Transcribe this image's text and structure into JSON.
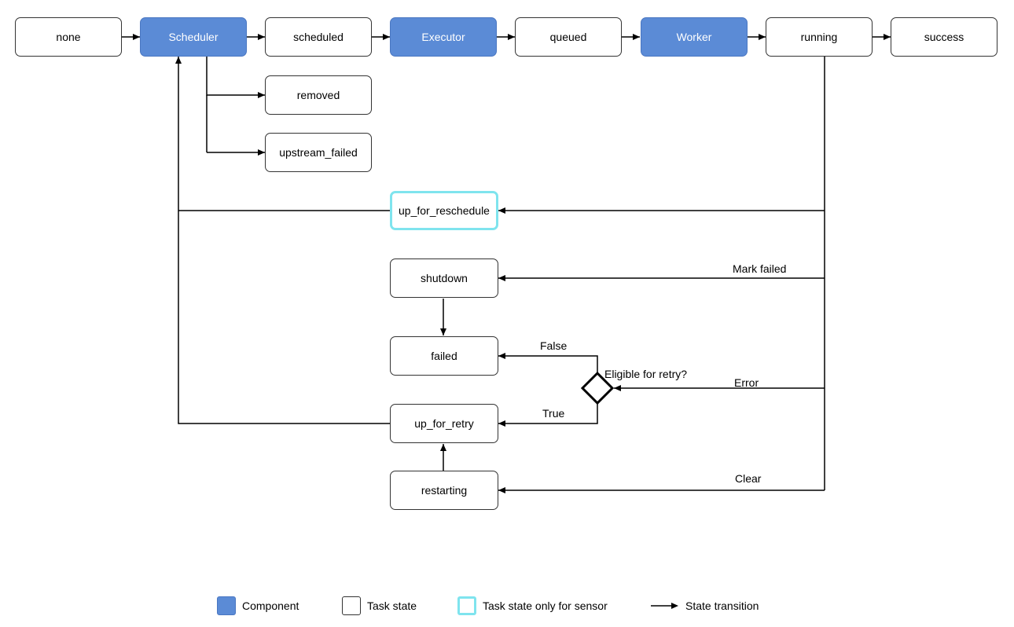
{
  "nodes": {
    "none": "none",
    "scheduler": "Scheduler",
    "scheduled": "scheduled",
    "executor": "Executor",
    "queued": "queued",
    "worker": "Worker",
    "running": "running",
    "success": "success",
    "removed": "removed",
    "upstream_failed": "upstream_failed",
    "up_for_reschedule": "up_for_reschedule",
    "shutdown": "shutdown",
    "failed": "failed",
    "up_for_retry": "up_for_retry",
    "restarting": "restarting"
  },
  "decision": "Eligible for retry?",
  "edge_labels": {
    "mark_failed": "Mark failed",
    "false": "False",
    "error": "Error",
    "true": "True",
    "clear": "Clear"
  },
  "legend": {
    "component": "Component",
    "task_state": "Task state",
    "sensor_state": "Task state only for sensor",
    "transition": "State transition"
  },
  "colors": {
    "component_fill": "#5b8bd6",
    "sensor_border": "#7fe4ee"
  }
}
